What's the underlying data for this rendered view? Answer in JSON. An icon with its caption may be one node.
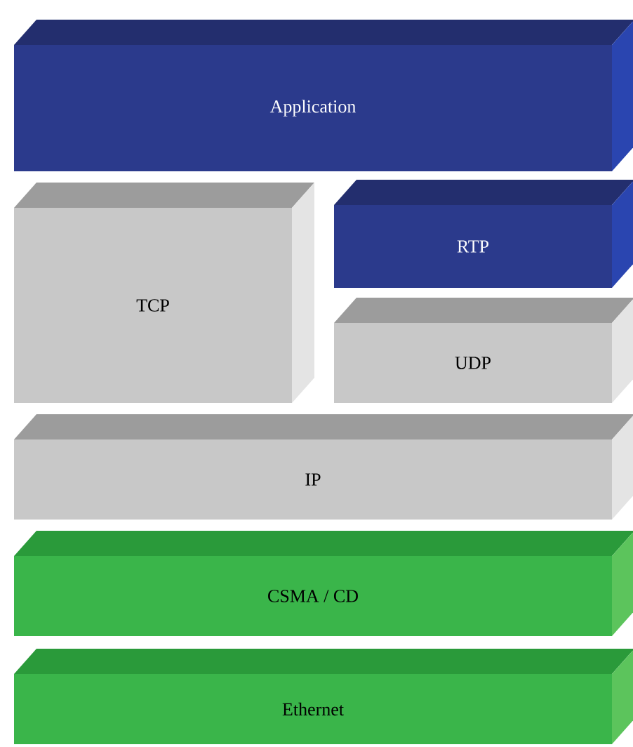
{
  "diagram": {
    "nodes": [
      {
        "text": [
          "Application"
        ]
      },
      {
        "text": [
          "TCP"
        ]
      },
      {
        "text": [
          "RTP"
        ]
      },
      {
        "text": [
          "UDP"
        ]
      },
      {
        "text": [
          "IP"
        ]
      },
      {
        "text": [
          "CSMA / CD"
        ]
      },
      {
        "text": [
          "Ethernet"
        ]
      }
    ]
  }
}
